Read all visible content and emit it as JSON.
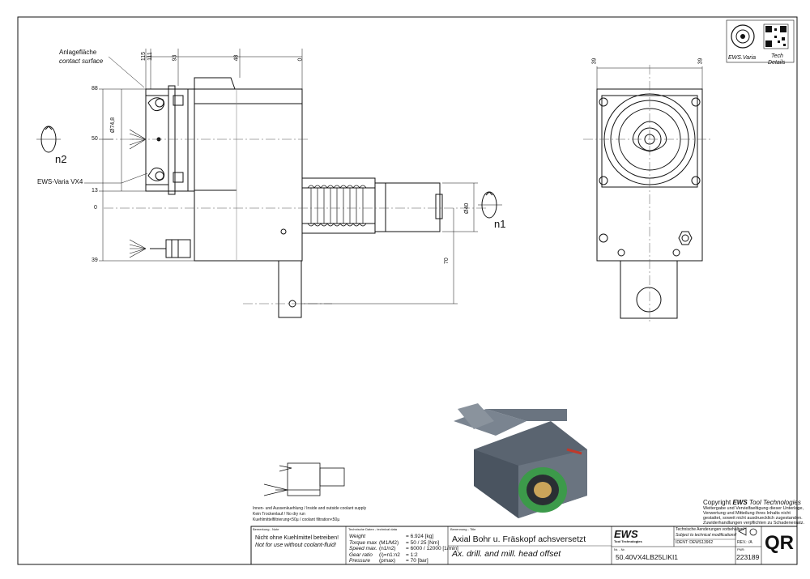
{
  "labels": {
    "contact_de": "Anlagefläche",
    "contact_en": "contact surface",
    "holder": "EWS-Varia VX4",
    "n1": "n1",
    "n2": "n2"
  },
  "dims": {
    "d115": "115",
    "d111": "111",
    "d93": "93",
    "d48": "48",
    "d0_top": "0",
    "d88": "88",
    "d50": "50",
    "d13": "13",
    "d0_left": "0",
    "d39": "39",
    "dia74": "Ø74,8",
    "dia40": "Ø40",
    "d70": "70",
    "r39a": "39",
    "r39b": "39"
  },
  "corner": {
    "varia_label": "EWS.Varia",
    "tech_label_1": "Tech",
    "tech_label_2": "Details"
  },
  "coolant": {
    "line1": "Innen- und Aussenkuehlung / Inside and outside coolant supply",
    "line2": "Kein Trockenlauf / No dry run",
    "line3": "Kuehlmittelfiltrierung<50µ / coolant filtration<50µ"
  },
  "copyright": {
    "title_prefix": "Copyright ",
    "title_brand": "EWS",
    "title_suffix": " Tool Technologies",
    "line1": "Weitergabe und Vervielfaeltigung dieser Unterlage,",
    "line2": "Verwertung und Mitteilung ihres Inhalts nicht",
    "line3": "gestattet, soweit nicht ausdruecklich zugestanden.",
    "line4": "Zuwiderhandlungen verpflichten zu Schadenersatz."
  },
  "titleblock": {
    "remark_head": "Bemerkung - Note",
    "remark_1": "Nicht ohne Kuehlmittel betreiben!",
    "remark_2": "Not for use without coolant-fluid!",
    "tech_head": "Technische Daten - technical data",
    "rows": [
      {
        "k": "Weight",
        "s": "",
        "v": "= 6.924 [kg]"
      },
      {
        "k": "Torque max",
        "s": "(M1/M2)",
        "v": "= 50 / 25 [Nm]"
      },
      {
        "k": "Speed max.",
        "s": "(n1/n2)",
        "v": "= 6000 / 12000 [1/min]"
      },
      {
        "k": "Gear ratio",
        "s": "(i)=n1:n2",
        "v": "= 1:2"
      },
      {
        "k": "Pressure",
        "s": "(pmax)",
        "v": "= 70 [bar]"
      }
    ],
    "name_head": "Benennung - Title",
    "name_de": "Axial Bohr u. Fräskopf achsversetzt",
    "name_en": "Ax. drill. and mill. head offset",
    "logo": "EWS",
    "logo_sub": "Tool Technologies",
    "notice_1": "Technische Aenderungen vorbehalten!",
    "notice_2": "Subject to technical modifications!",
    "ident": "IDENT: DEWS13962",
    "rev": "REV.: /A",
    "nr_head": "Nr. - Nr.",
    "part_no": "50.40VX4LB25LIKI1",
    "pos_head": "PNR:",
    "pos_no": "223189",
    "qr": "QR"
  },
  "colors": {
    "line": "#111111",
    "body_3d": "#5a6470",
    "ring_3d": "#3c9a4a",
    "pipe_3d": "#c0392b"
  }
}
